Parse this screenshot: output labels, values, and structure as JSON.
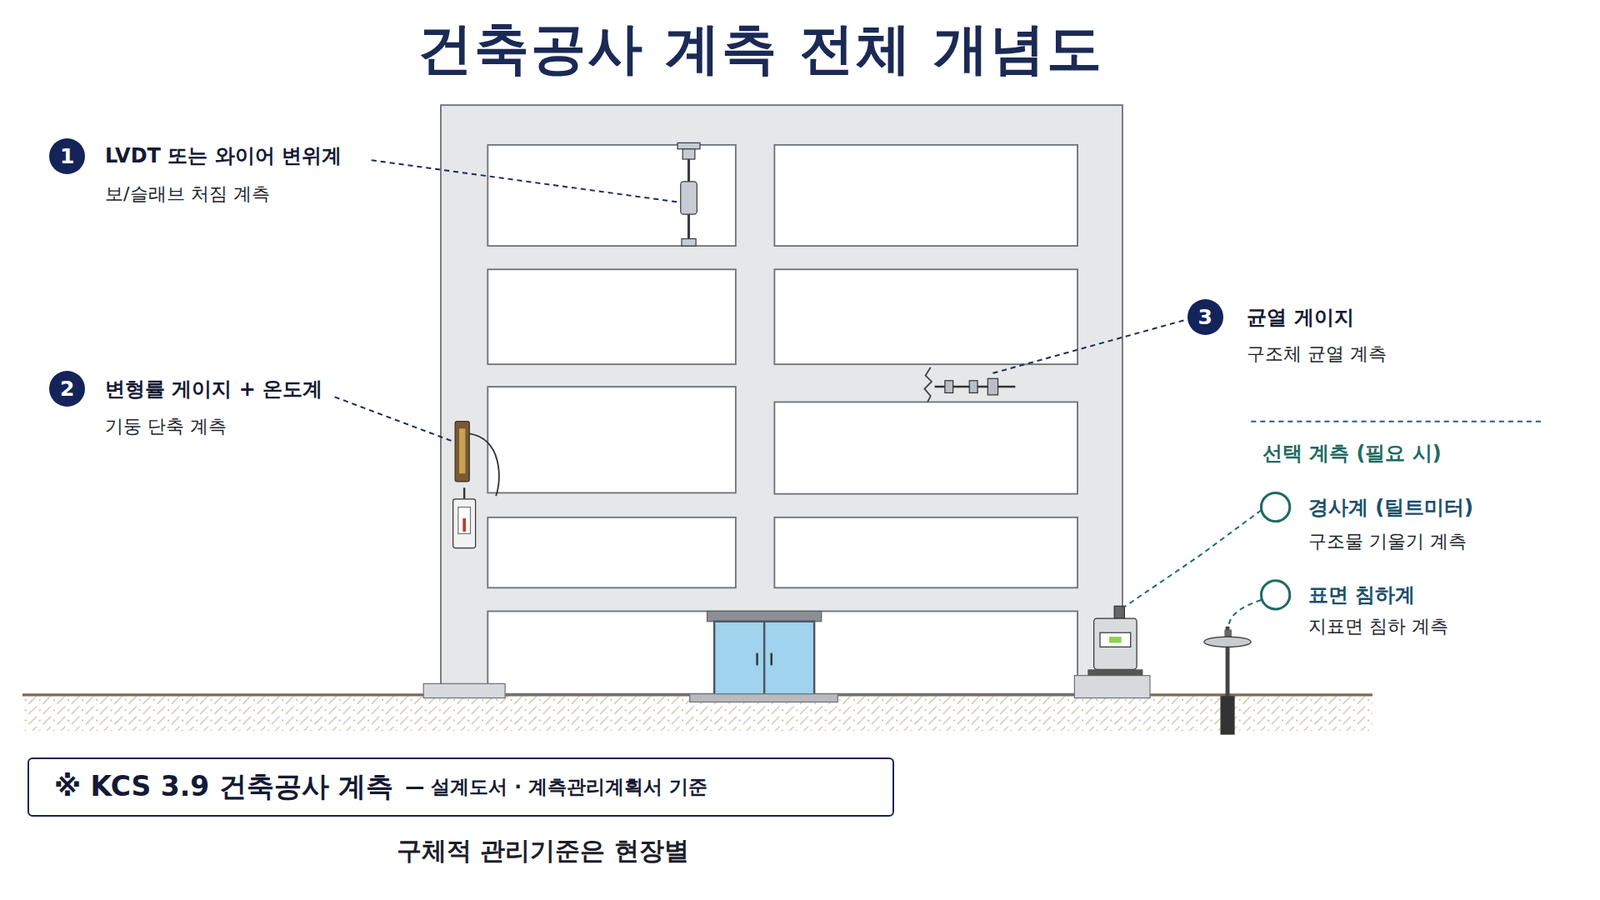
{
  "diagram": {
    "title": "건축공사 계측 전체 개념도",
    "caption": "구체적 관리기준은 현장별",
    "nodes": [
      {
        "text": [
          "1"
        ]
      },
      {
        "text": [
          "2"
        ]
      },
      {
        "text": [
          "3"
        ]
      },
      {
        "text": [
          "※ KCS 3.9 건축공사 계측",
          "— 설계도서 · 계측관리계획서 기준"
        ]
      }
    ],
    "labels": [
      "LVDT 또는 와이어 변위계",
      "보/슬래브 처짐 계측",
      "변형률 게이지 + 온도계",
      "기둥 단축 계측",
      "균열 게이지",
      "구조체 균열 계측",
      "선택 계측 (필요 시)",
      "경사계 (틸트미터)",
      "구조물 기울기 계측",
      "표면 침하계",
      "지표면 침하 계측"
    ]
  }
}
